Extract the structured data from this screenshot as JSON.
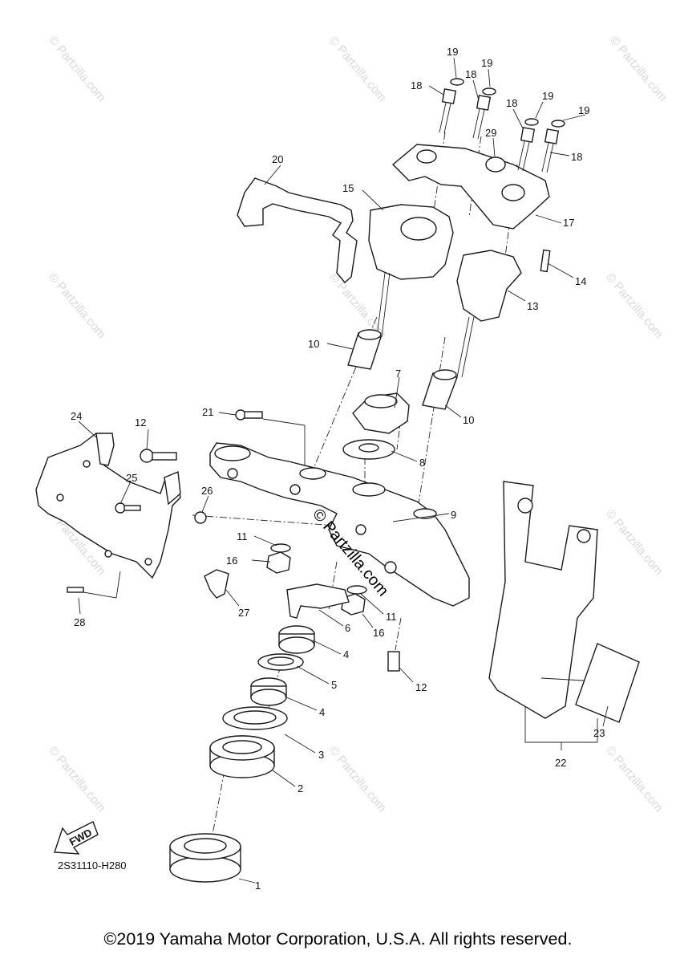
{
  "diagram": {
    "code": "2S31110-H280",
    "copyright": "©2019 Yamaha Motor Corporation, U.S.A. All rights reserved.",
    "watermark": "© Partzilla.com",
    "center_watermark": "© Partzilla.com",
    "fwd_label": "FWD",
    "callouts": [
      {
        "id": "c1",
        "text": "1"
      },
      {
        "id": "c2",
        "text": "2"
      },
      {
        "id": "c3",
        "text": "3"
      },
      {
        "id": "c4a",
        "text": "4"
      },
      {
        "id": "c4b",
        "text": "4"
      },
      {
        "id": "c5",
        "text": "5"
      },
      {
        "id": "c6",
        "text": "6"
      },
      {
        "id": "c7",
        "text": "7"
      },
      {
        "id": "c8",
        "text": "8"
      },
      {
        "id": "c9",
        "text": "9"
      },
      {
        "id": "c10a",
        "text": "10"
      },
      {
        "id": "c10b",
        "text": "10"
      },
      {
        "id": "c11a",
        "text": "11"
      },
      {
        "id": "c11b",
        "text": "11"
      },
      {
        "id": "c12a",
        "text": "12"
      },
      {
        "id": "c12b",
        "text": "12"
      },
      {
        "id": "c13",
        "text": "13"
      },
      {
        "id": "c14",
        "text": "14"
      },
      {
        "id": "c15",
        "text": "15"
      },
      {
        "id": "c16a",
        "text": "16"
      },
      {
        "id": "c16b",
        "text": "16"
      },
      {
        "id": "c17",
        "text": "17"
      },
      {
        "id": "c18a",
        "text": "18"
      },
      {
        "id": "c18b",
        "text": "18"
      },
      {
        "id": "c18c",
        "text": "18"
      },
      {
        "id": "c18d",
        "text": "18"
      },
      {
        "id": "c19a",
        "text": "19"
      },
      {
        "id": "c19b",
        "text": "19"
      },
      {
        "id": "c19c",
        "text": "19"
      },
      {
        "id": "c19d",
        "text": "19"
      },
      {
        "id": "c20",
        "text": "20"
      },
      {
        "id": "c21",
        "text": "21"
      },
      {
        "id": "c22",
        "text": "22"
      },
      {
        "id": "c23",
        "text": "23"
      },
      {
        "id": "c24",
        "text": "24"
      },
      {
        "id": "c25",
        "text": "25"
      },
      {
        "id": "c26",
        "text": "26"
      },
      {
        "id": "c27",
        "text": "27"
      },
      {
        "id": "c28",
        "text": "28"
      },
      {
        "id": "c29",
        "text": "29"
      }
    ]
  }
}
